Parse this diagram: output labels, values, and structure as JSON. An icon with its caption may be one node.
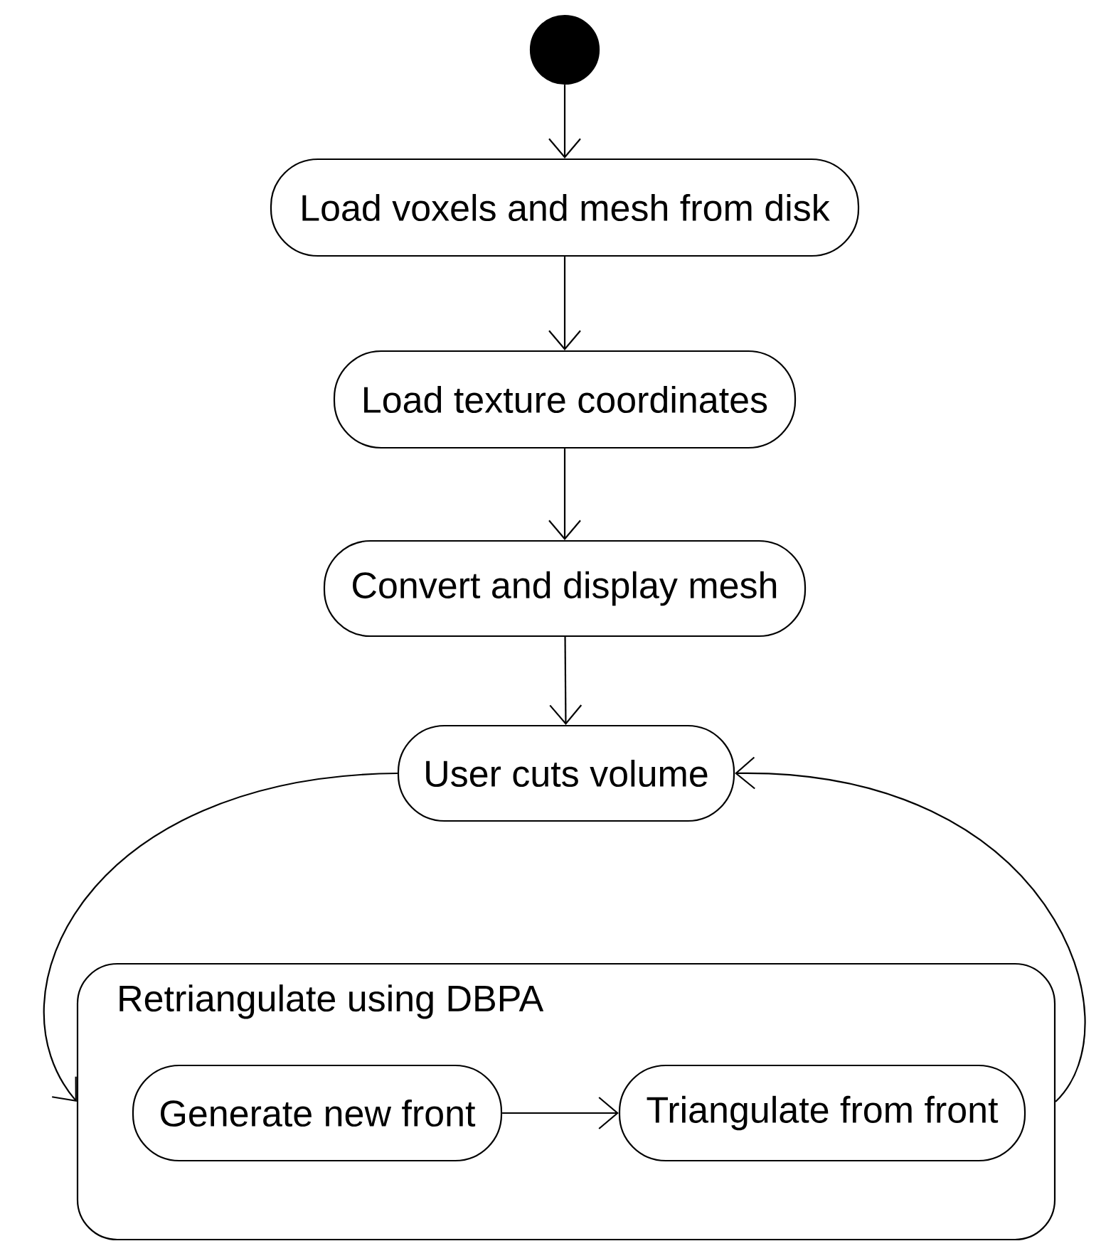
{
  "diagram": {
    "nodes": [
      {
        "text": [],
        "shape": "circle"
      },
      {
        "text": [
          "Load voxels and mesh from disk"
        ]
      },
      {
        "text": [
          "Load texture coordinates"
        ]
      },
      {
        "text": [
          "Convert and display mesh"
        ]
      },
      {
        "text": [
          "User cuts volume"
        ]
      },
      {
        "text": [
          "Retriangulate using DBPA"
        ]
      },
      {
        "text": [
          "Generate new front"
        ],
        "in": 5
      },
      {
        "text": [
          "Triangulate from front"
        ],
        "in": 5
      }
    ],
    "edges": [
      {
        "from": 0,
        "to": 1,
        "arrow": "to"
      },
      {
        "from": 1,
        "to": 2,
        "arrow": "to"
      },
      {
        "from": 2,
        "to": 3,
        "arrow": "to"
      },
      {
        "from": 3,
        "to": 4,
        "arrow": "to"
      },
      {
        "from": 4,
        "to": 5,
        "arrow": "to"
      },
      {
        "from": 6,
        "to": 7,
        "arrow": "to"
      },
      {
        "from": 5,
        "to": 4,
        "arrow": "to"
      }
    ]
  }
}
